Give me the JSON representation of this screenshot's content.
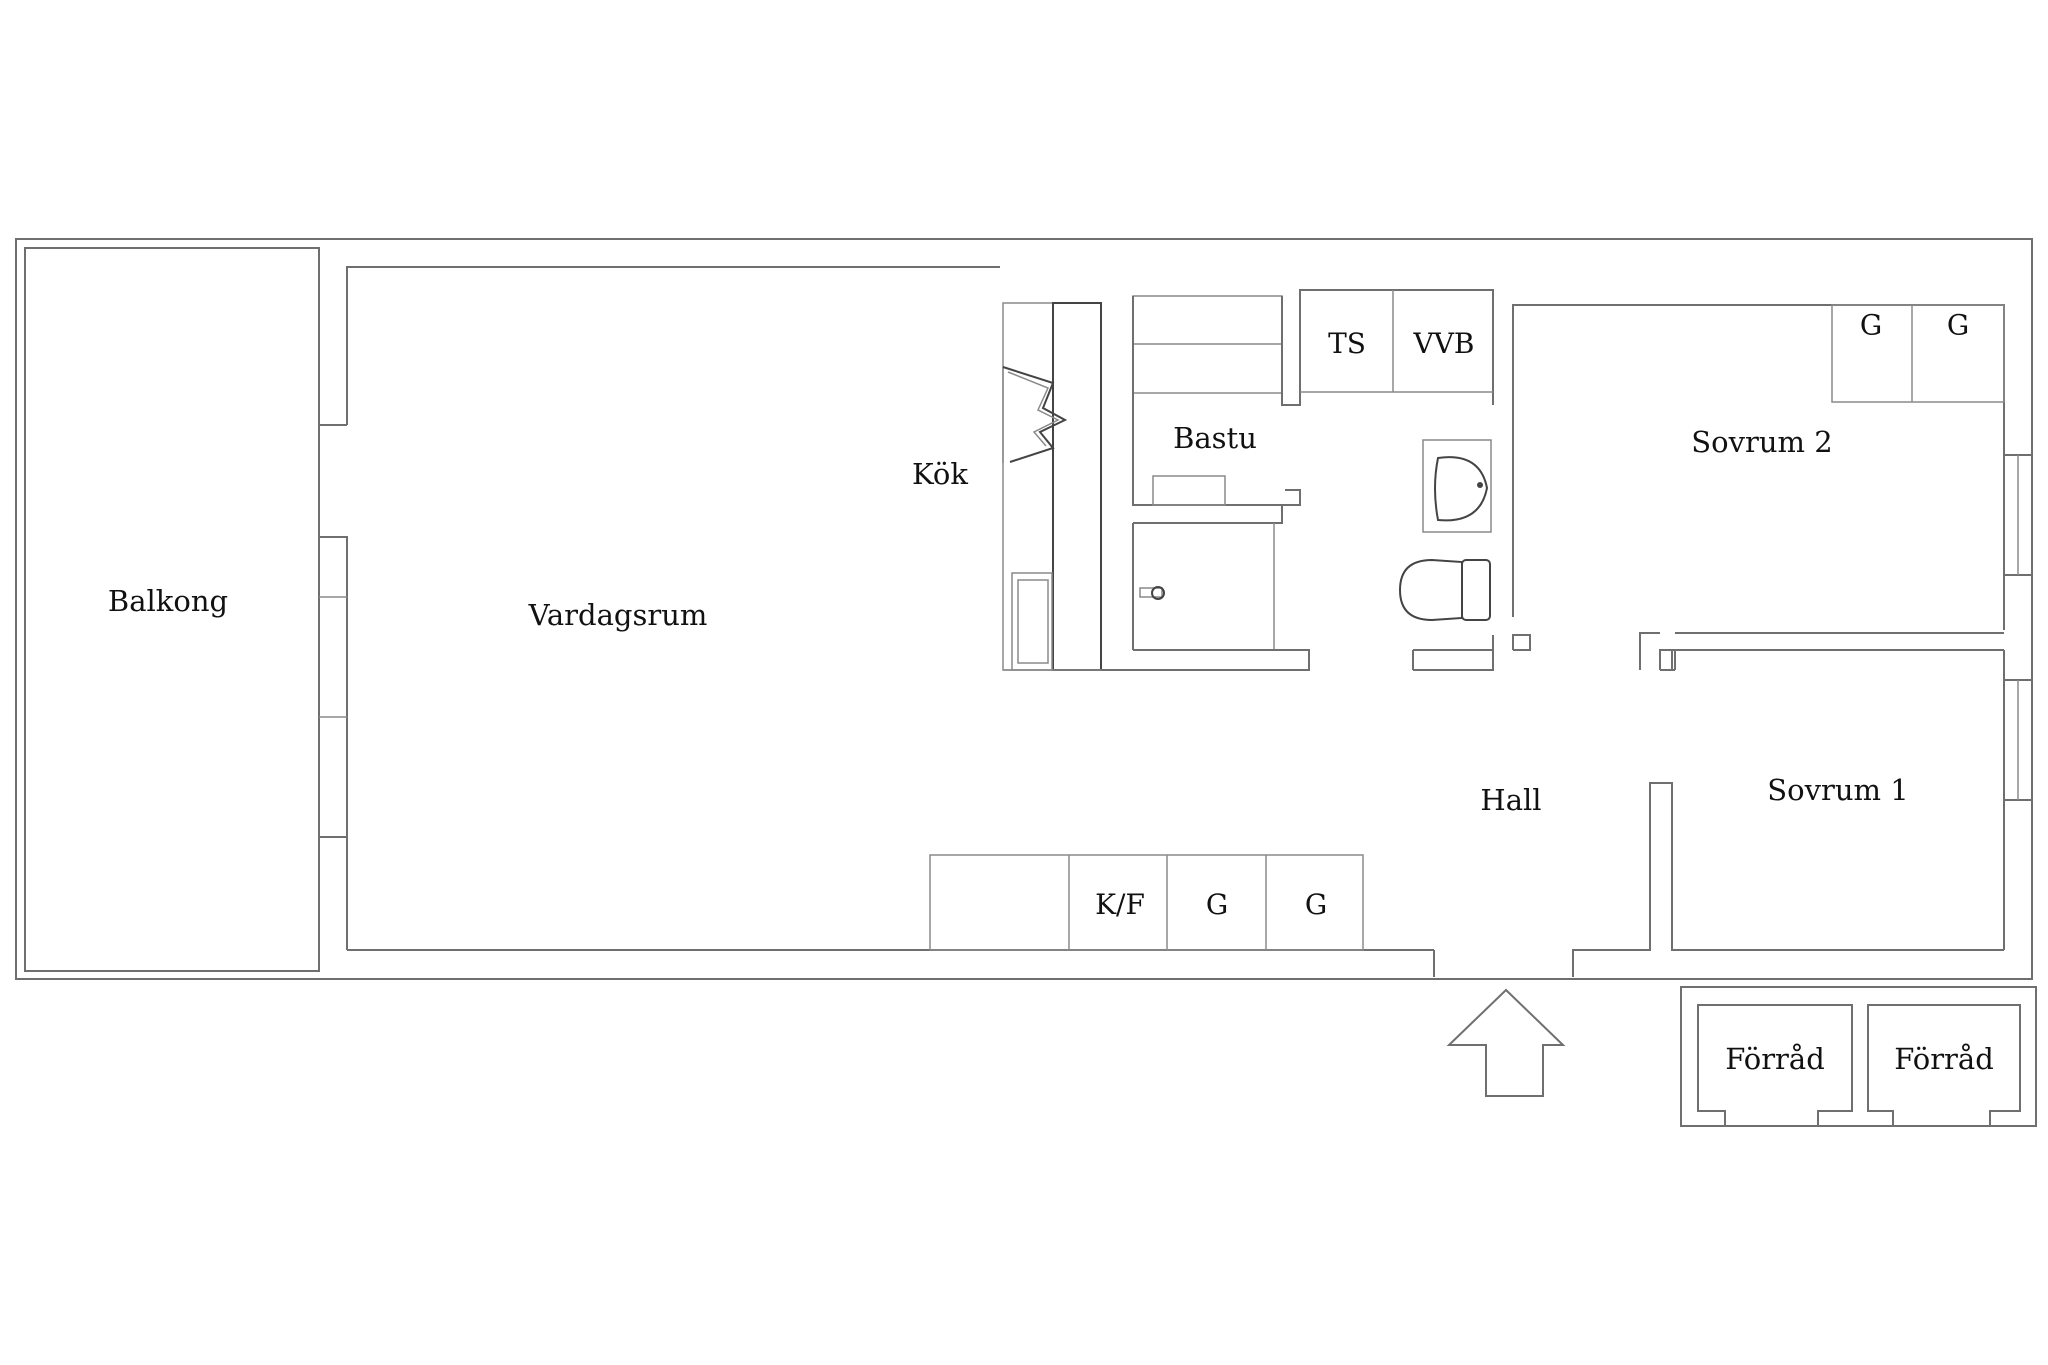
{
  "rooms": {
    "balkong": "Balkong",
    "vardagsrum": "Vardagsrum",
    "kok": "Kök",
    "bastu": "Bastu",
    "hall": "Hall",
    "sovrum2": "Sovrum 2",
    "sovrum1": "Sovrum 1",
    "forrad1": "Förråd",
    "forrad2": "Förråd"
  },
  "fixtures": {
    "ts": "TS",
    "vvb": "VVB",
    "g_sovrum2_left": "G",
    "g_sovrum2_right": "G",
    "kf": "K/F",
    "g_hall_left": "G",
    "g_hall_right": "G"
  },
  "entrance": {
    "icon": "entrance-arrow-icon"
  }
}
